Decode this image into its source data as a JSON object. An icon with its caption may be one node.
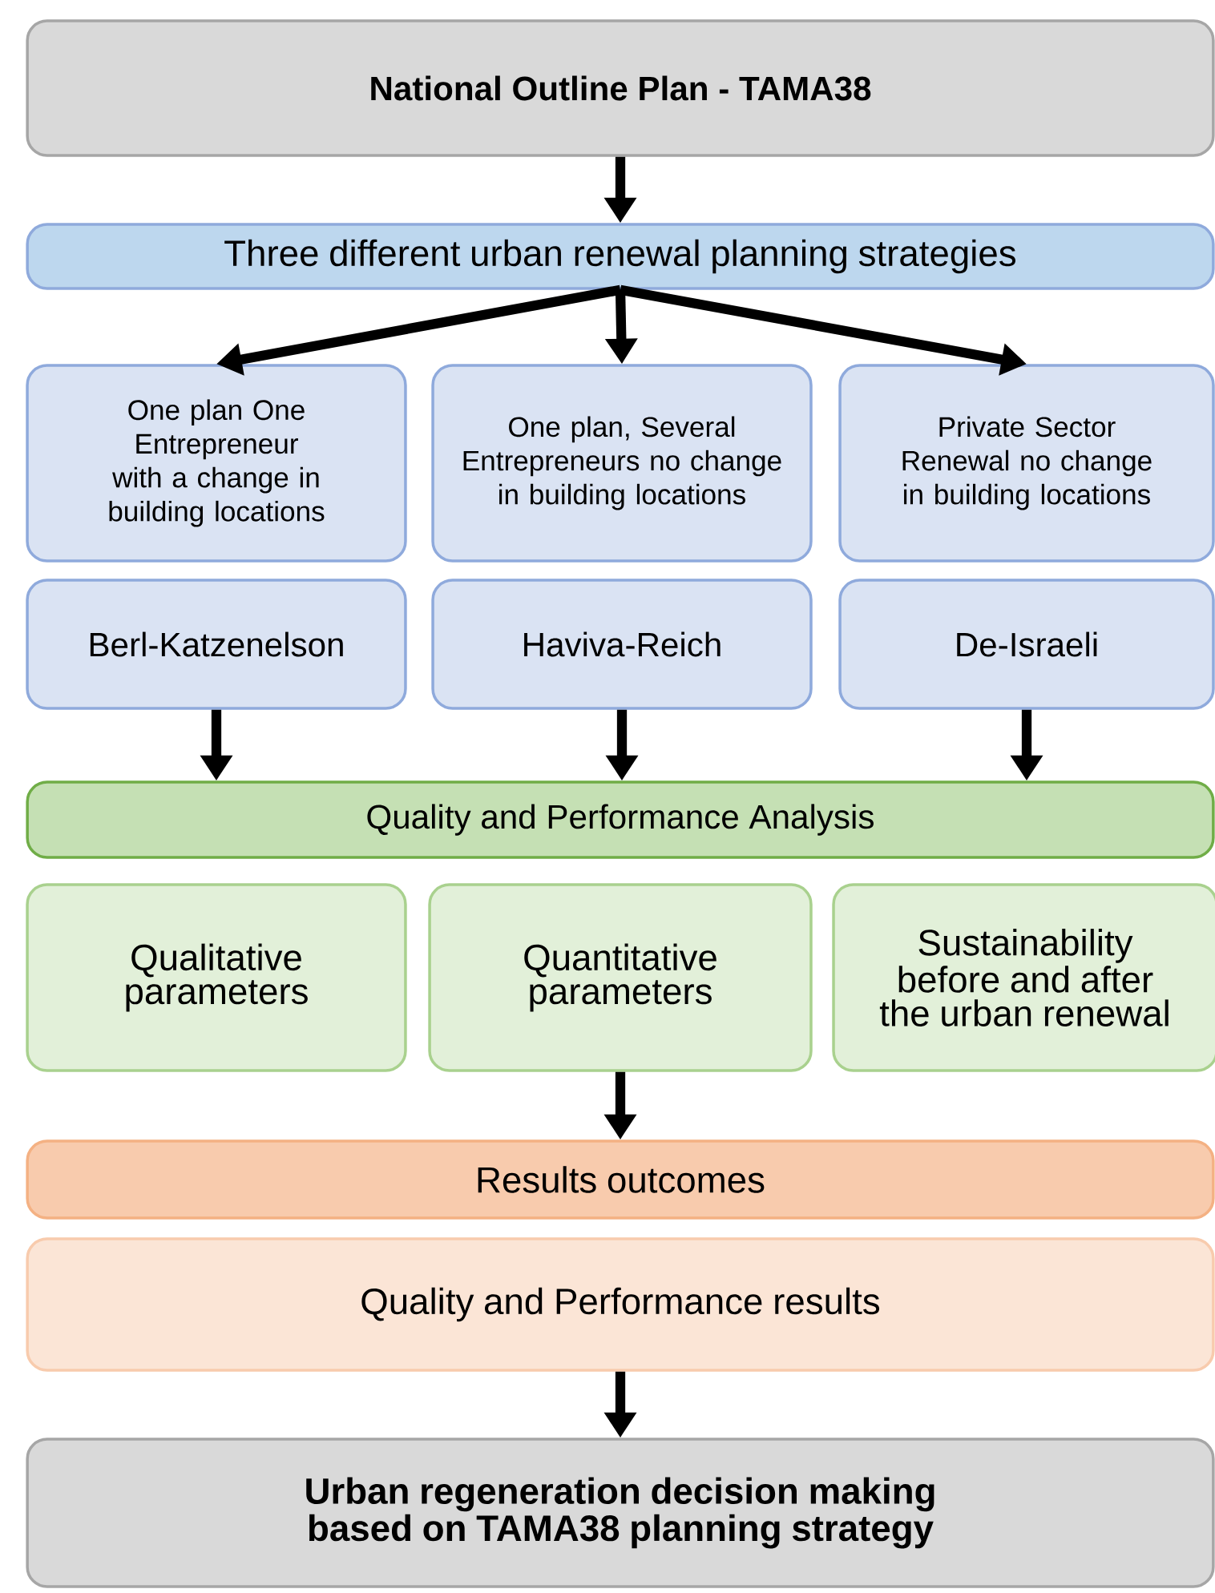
{
  "diagram": {
    "nodes": [
      {
        "text": [
          "National Outline Plan - TAMA38"
        ]
      },
      {
        "text": [
          "Three different urban renewal planning strategies"
        ]
      },
      {
        "text": [
          "One plan One Entrepreneur with a change in building locations"
        ]
      },
      {
        "text": [
          "One plan, Several Entrepreneurs no change in building locations"
        ]
      },
      {
        "text": [
          "Private Sector Renewal no change in building locations"
        ]
      },
      {
        "text": [
          "Berl-Katzenelson"
        ]
      },
      {
        "text": [
          "Haviva-Reich"
        ]
      },
      {
        "text": [
          "De-Israeli"
        ]
      },
      {
        "text": [
          "Quality and Performance Analysis"
        ]
      },
      {
        "text": [
          "Qualitative parameters"
        ]
      },
      {
        "text": [
          "Quantitative parameters"
        ]
      },
      {
        "text": [
          "Sustainability before and after the urban renewal"
        ]
      },
      {
        "text": [
          "Results outcomes"
        ]
      },
      {
        "text": [
          "Quality and Performance results"
        ]
      },
      {
        "text": [
          "Urban regeneration decision making based on TAMA38 planning strategy"
        ]
      }
    ],
    "edges": [
      {
        "from": 0,
        "to": 1,
        "arrow": "to"
      },
      {
        "from": 1,
        "to": 2,
        "arrow": "to"
      },
      {
        "from": 1,
        "to": 3,
        "arrow": "to"
      },
      {
        "from": 1,
        "to": 4,
        "arrow": "to"
      },
      {
        "from": 5,
        "to": 8,
        "arrow": "to"
      },
      {
        "from": 6,
        "to": 8,
        "arrow": "to"
      },
      {
        "from": 7,
        "to": 8,
        "arrow": "to"
      },
      {
        "from": 10,
        "to": 12,
        "arrow": "to"
      },
      {
        "from": 13,
        "to": 14,
        "arrow": "to"
      }
    ]
  }
}
